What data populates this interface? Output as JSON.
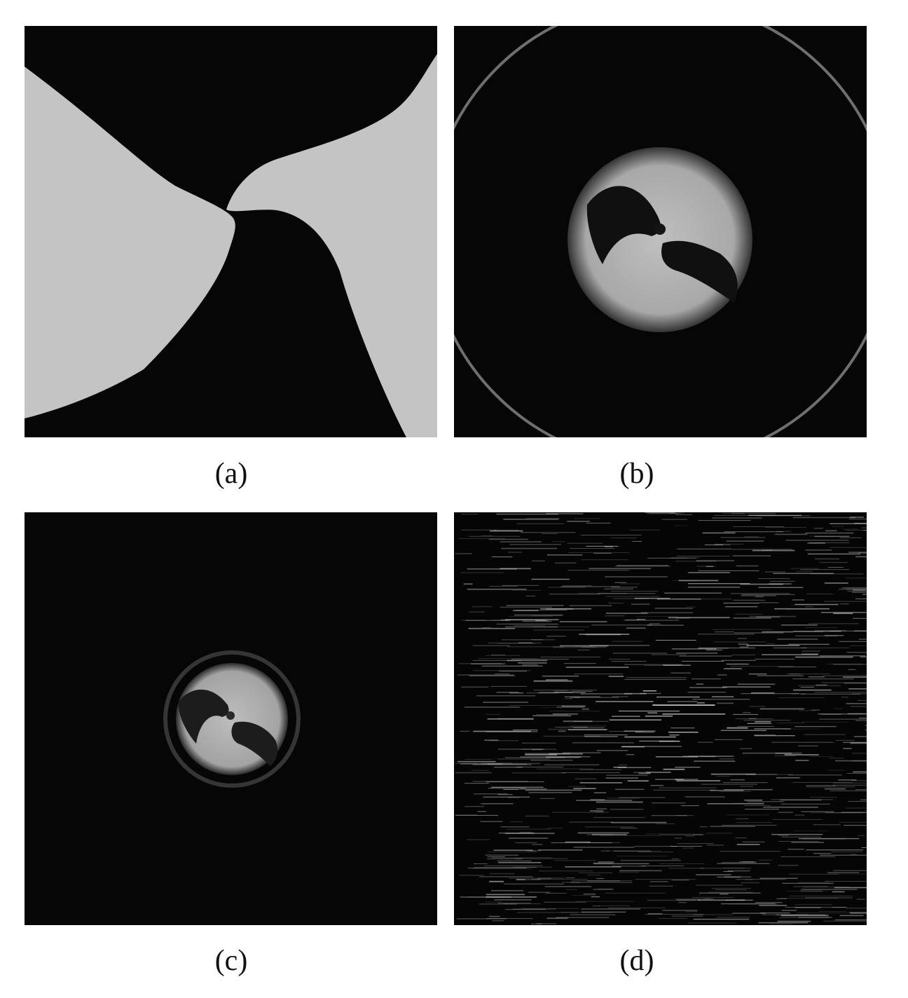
{
  "figure": {
    "panels": [
      {
        "id": "a",
        "caption": "(a)",
        "content": "pinwheel-pattern"
      },
      {
        "id": "b",
        "caption": "(b)",
        "content": "spiral-ring-pattern"
      },
      {
        "id": "c",
        "caption": "(c)",
        "content": "small-spiral-pattern"
      },
      {
        "id": "d",
        "caption": "(d)",
        "content": "streak-noise-pattern"
      }
    ],
    "colors": {
      "bright": "#c9c9c9",
      "dark": "#050505",
      "caption": "#111111"
    }
  }
}
